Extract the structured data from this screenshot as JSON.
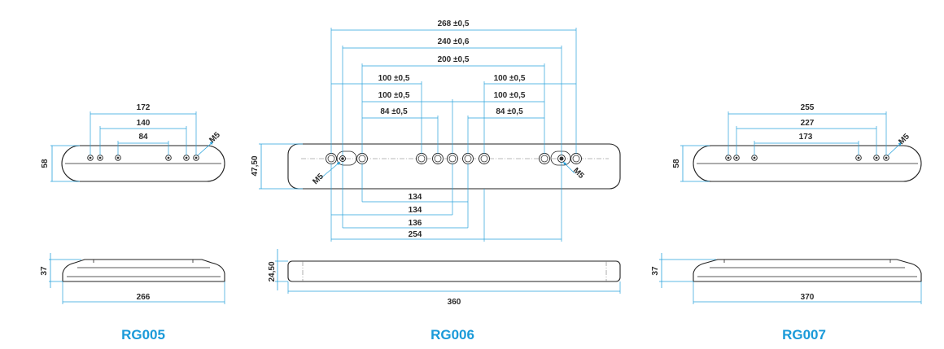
{
  "models": {
    "rg005": "RG005",
    "rg006": "RG006",
    "rg007": "RG007"
  },
  "rg005": {
    "top_dims": [
      "172",
      "140",
      "84"
    ],
    "height": "58",
    "thread": "M5",
    "side_height": "37",
    "length": "266"
  },
  "rg006": {
    "top_dims": [
      "268 ±0,5",
      "240 ±0,6",
      "200 ±0,5"
    ],
    "left_dims": [
      "100 ±0,5",
      "100 ±0,5",
      "84 ±0,5"
    ],
    "right_dims": [
      "100 ±0,5",
      "100 ±0,5",
      "84 ±0,5"
    ],
    "height": "47,50",
    "thread_left": "M5",
    "thread_right": "M5",
    "bottom_dims": [
      "134",
      "134",
      "136",
      "254"
    ],
    "side_height": "24,50",
    "length": "360"
  },
  "rg007": {
    "top_dims": [
      "255",
      "227",
      "173"
    ],
    "height": "58",
    "thread": "M5",
    "side_height": "37",
    "length": "370"
  },
  "colors": {
    "dimension": "#29a3dc",
    "model_label": "#1a9ad9",
    "outline": "#222222"
  }
}
